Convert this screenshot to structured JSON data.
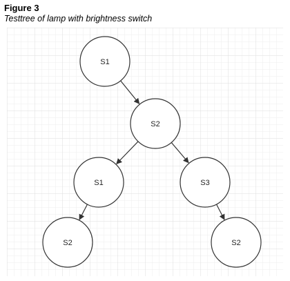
{
  "figure": {
    "label": "Figure 3",
    "title": "Testtree of lamp with brightness switch"
  },
  "tree": {
    "nodes": [
      {
        "id": "n1",
        "label": "S1"
      },
      {
        "id": "n2",
        "label": "S2"
      },
      {
        "id": "n3",
        "label": "S1"
      },
      {
        "id": "n4",
        "label": "S3"
      },
      {
        "id": "n5",
        "label": "S2"
      },
      {
        "id": "n6",
        "label": "S2"
      }
    ],
    "edges": [
      {
        "from": "n1",
        "to": "n2"
      },
      {
        "from": "n2",
        "to": "n3"
      },
      {
        "from": "n2",
        "to": "n4"
      },
      {
        "from": "n3",
        "to": "n5"
      },
      {
        "from": "n4",
        "to": "n6"
      }
    ]
  }
}
